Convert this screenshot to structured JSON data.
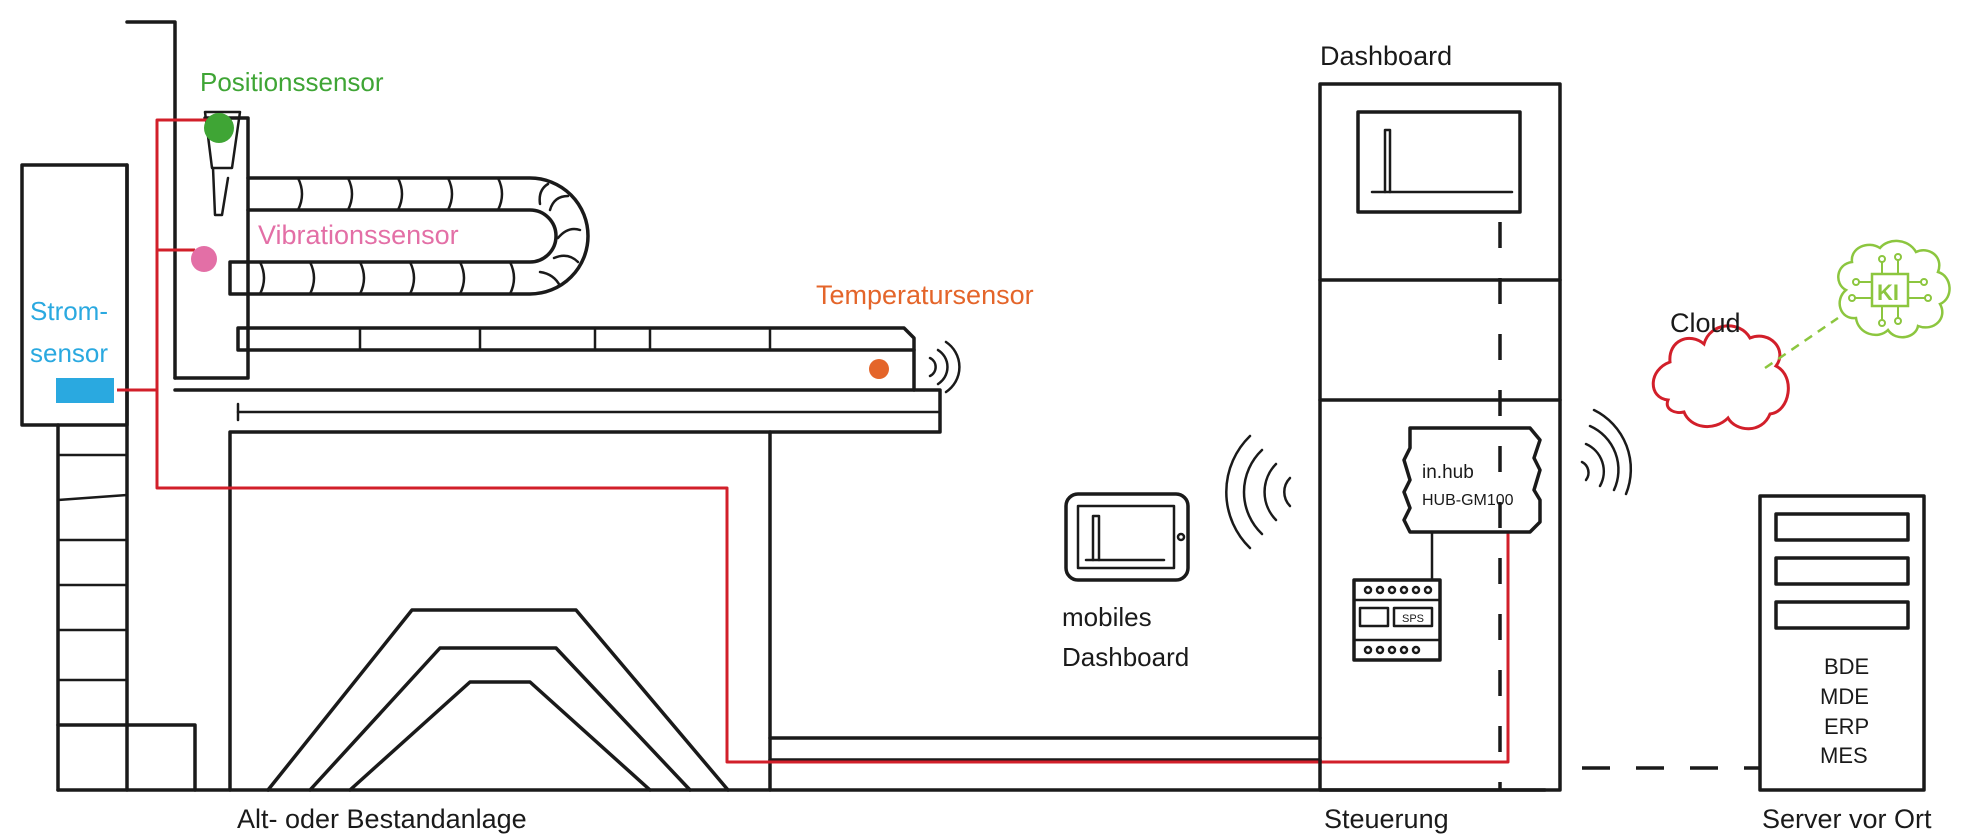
{
  "labels": {
    "position_sensor": "Positionssensor",
    "vibration_sensor": "Vibrationssensor",
    "temperature_sensor": "Temperatursensor",
    "current_sensor_line1": "Strom-",
    "current_sensor_line2": "sensor",
    "machine": "Alt- oder Bestandanlage",
    "dashboard": "Dashboard",
    "control": "Steuerung",
    "mobile_dashboard_line1": "mobiles",
    "mobile_dashboard_line2": "Dashboard",
    "hub_line1": "in.hub",
    "hub_line2": "HUB-GM100",
    "plc": "SPS",
    "cloud": "Cloud",
    "ai": "KI",
    "server": "Server vor Ort",
    "server_systems": [
      "BDE",
      "MDE",
      "ERP",
      "MES"
    ]
  },
  "colors": {
    "position_sensor": "#3fa535",
    "vibration_sensor": "#e36fa6",
    "temperature_sensor": "#e4652a",
    "current_sensor": "#2aa9e0",
    "wiring": "#d21f2a",
    "ai": "#8cc63f",
    "line": "#1a1a1a"
  },
  "icons": {
    "wifi_temperature": "wifi-icon",
    "wifi_hub": "wifi-icon",
    "wifi_mobile": "wifi-icon",
    "ai_brain": "brain-circuit-icon",
    "cloud": "cloud-icon",
    "tablet": "tablet-icon",
    "server": "server-icon"
  }
}
